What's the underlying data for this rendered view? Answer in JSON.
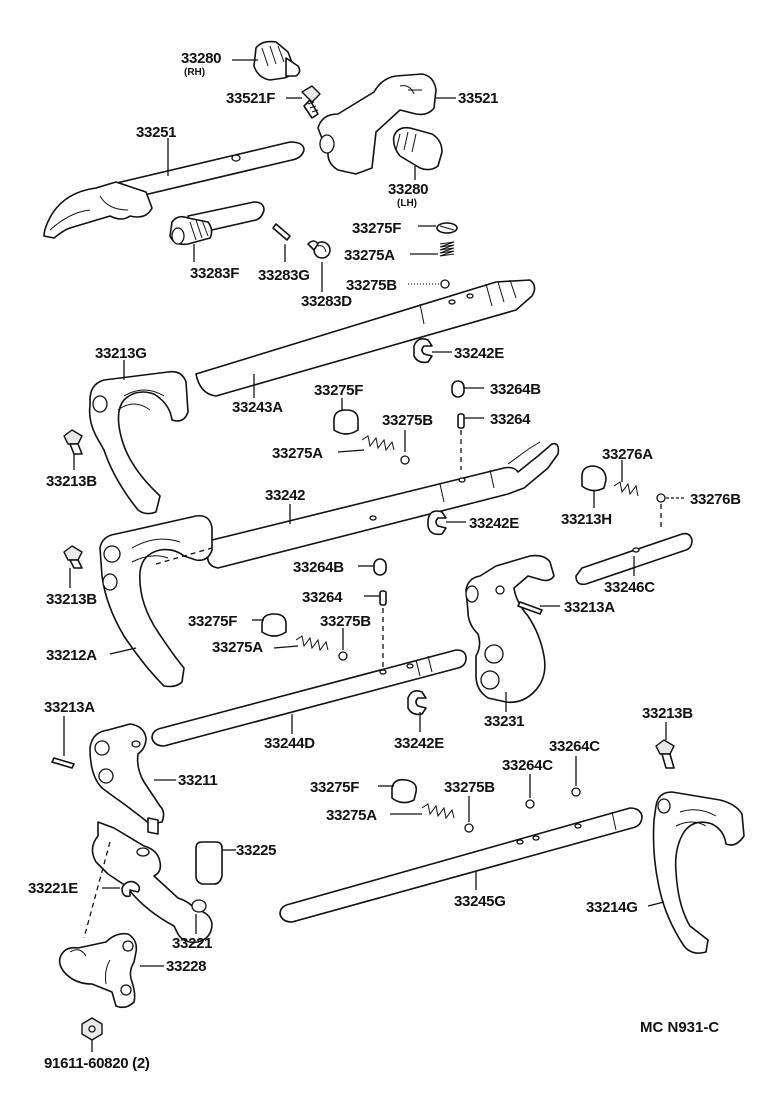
{
  "labels": {
    "p33280_rh": "33280",
    "p33280_rh_note": "(RH)",
    "p33521f": "33521F",
    "p33521": "33521",
    "p33251": "33251",
    "p33280_lh": "33280",
    "p33280_lh_note": "(LH)",
    "p33283f": "33283F",
    "p33283g": "33283G",
    "p33283d": "33283D",
    "p33275f_a": "33275F",
    "p33275a_a": "33275A",
    "p33275b_a": "33275B",
    "p33213g": "33213G",
    "p33242e_a": "33242E",
    "p33243a": "33243A",
    "p33275f_b": "33275F",
    "p33264b_a": "33264B",
    "p33275b_b": "33275B",
    "p33264_a": "33264",
    "p33275a_b": "33275A",
    "p33213b_a": "33213B",
    "p33242": "33242",
    "p33276a": "33276A",
    "p33213h": "33213H",
    "p33276b": "33276B",
    "p33242e_b": "33242E",
    "p33213b_b": "33213B",
    "p33246c": "33246C",
    "p33264b_b": "33264B",
    "p33264_b": "33264",
    "p33213a_a": "33213A",
    "p33275f_c": "33275F",
    "p33275b_c": "33275B",
    "p33275a_c": "33275A",
    "p33212a": "33212A",
    "p33231": "33231",
    "p33213a_b": "33213A",
    "p33244d": "33244D",
    "p33242e_c": "33242E",
    "p33213b_c": "33213B",
    "p33264c_a": "33264C",
    "p33264c_b": "33264C",
    "p33211": "33211",
    "p33275f_d": "33275F",
    "p33275b_d": "33275B",
    "p33275a_d": "33275A",
    "p33225": "33225",
    "p33221e": "33221E",
    "p33245g": "33245G",
    "p33214g": "33214G",
    "p33221": "33221",
    "p33228": "33228",
    "p91611": "91611-60820 (2)",
    "footer_code": "MC  N931-C"
  }
}
